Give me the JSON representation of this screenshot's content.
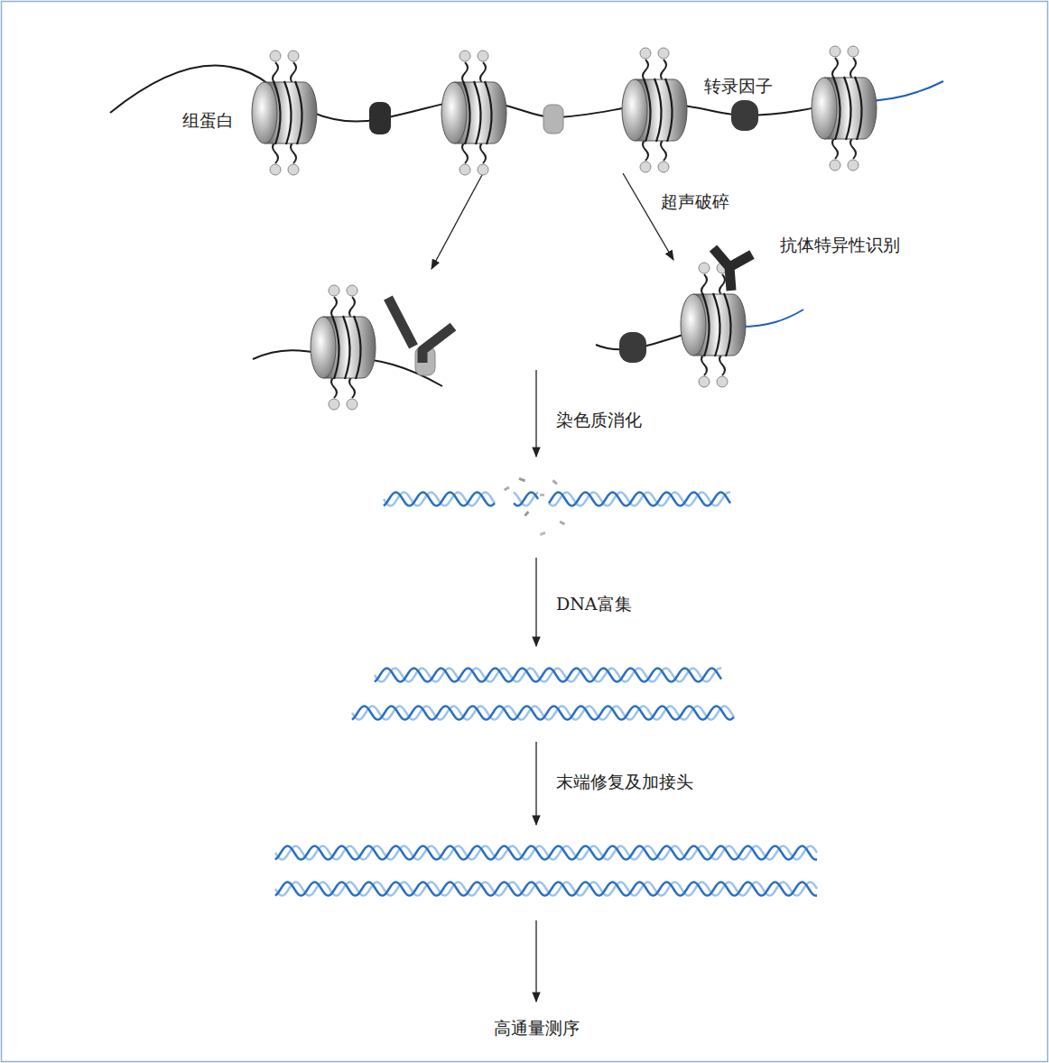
{
  "diagram": {
    "labels": [
      "组蛋白",
      "转录因子",
      "超声破碎",
      "抗体特异性识别",
      "染色质消化",
      "DNA富集",
      "末端修复及加接头",
      "高通量测序"
    ]
  }
}
